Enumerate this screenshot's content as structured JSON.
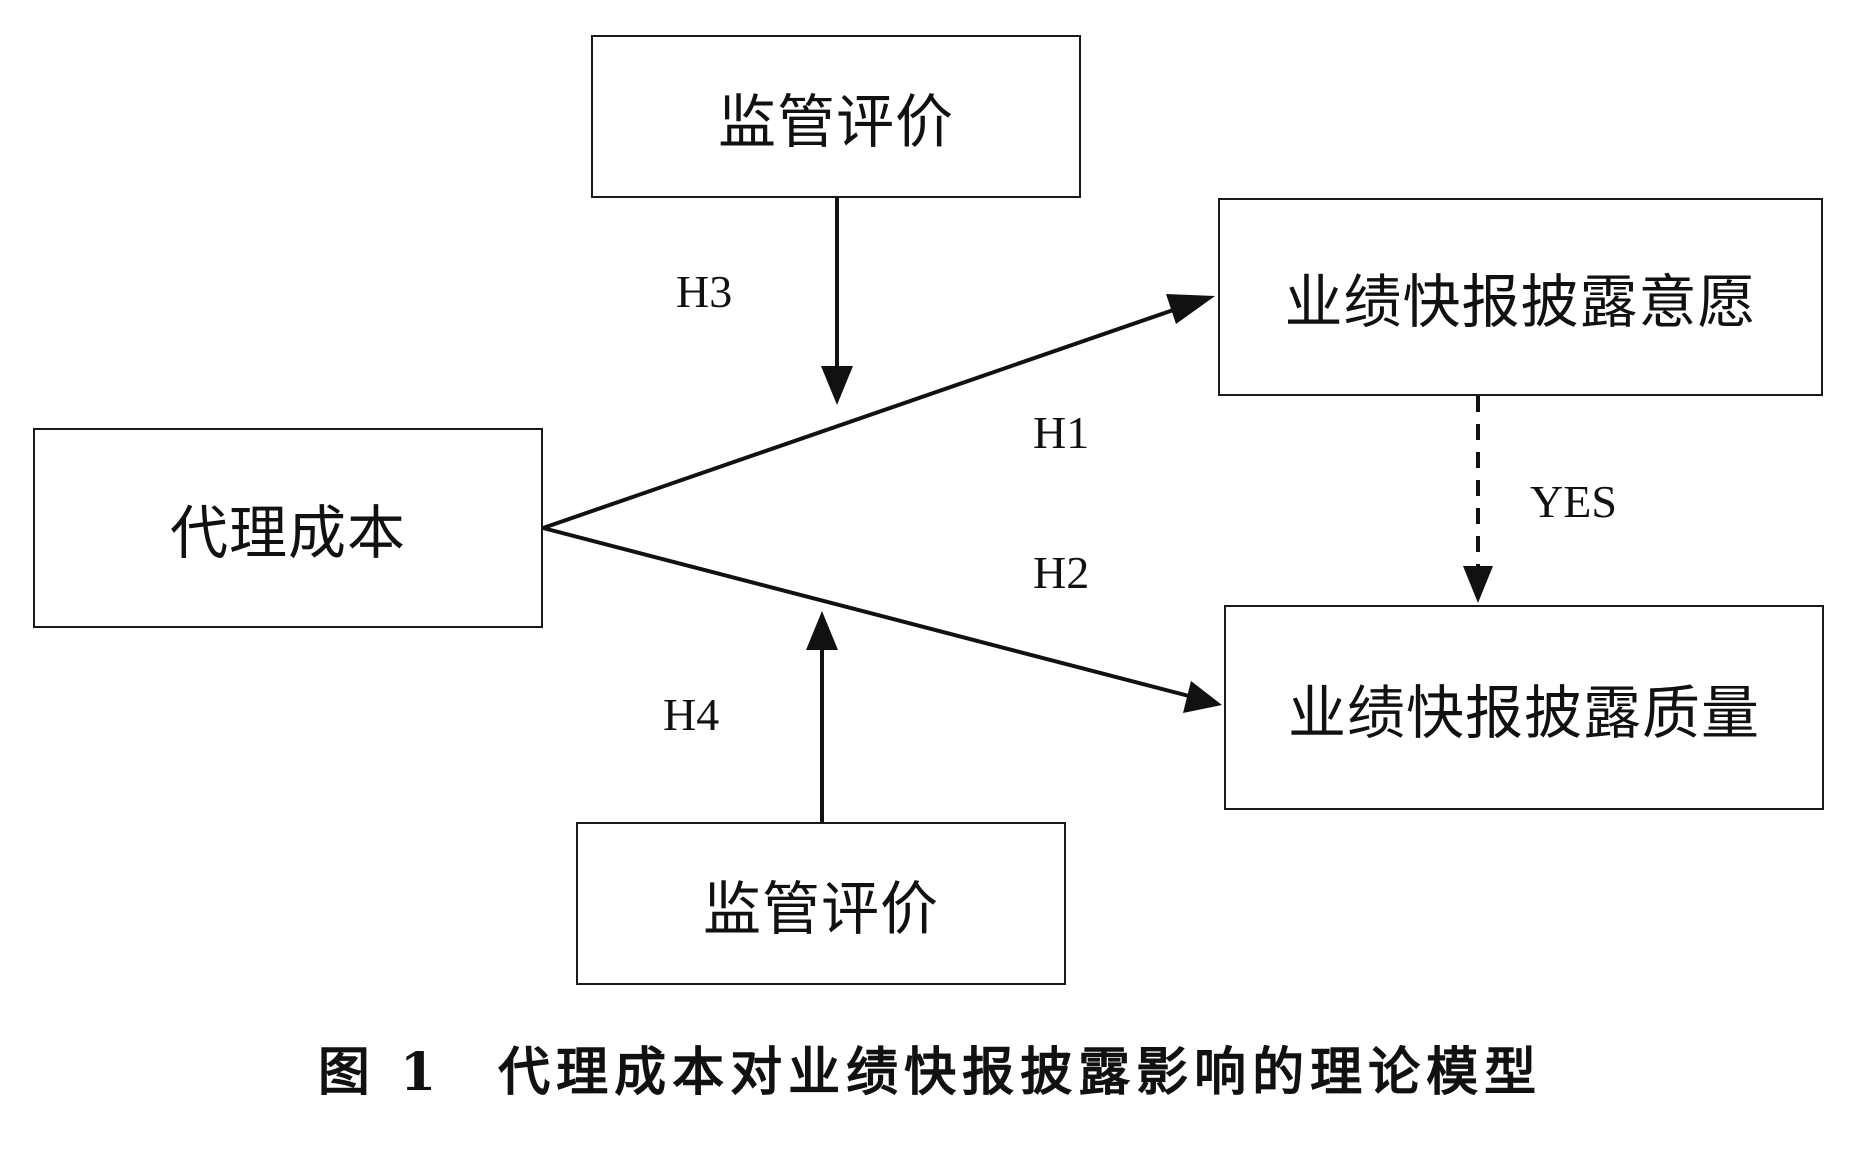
{
  "nodes": {
    "agency_cost": "代理成本",
    "supervision_top": "监管评价",
    "supervision_bottom": "监管评价",
    "disclosure_willingness": "业绩快报披露意愿",
    "disclosure_quality": "业绩快报披露质量"
  },
  "edge_labels": {
    "h1": "H1",
    "h2": "H2",
    "h3": "H3",
    "h4": "H4",
    "yes": "YES"
  },
  "caption": {
    "figure_number": "图 1",
    "title": "代理成本对业绩快报披露影响的理论模型"
  },
  "colors": {
    "line": "#111111",
    "box_border": "#1a1a1a",
    "background": "#ffffff"
  }
}
